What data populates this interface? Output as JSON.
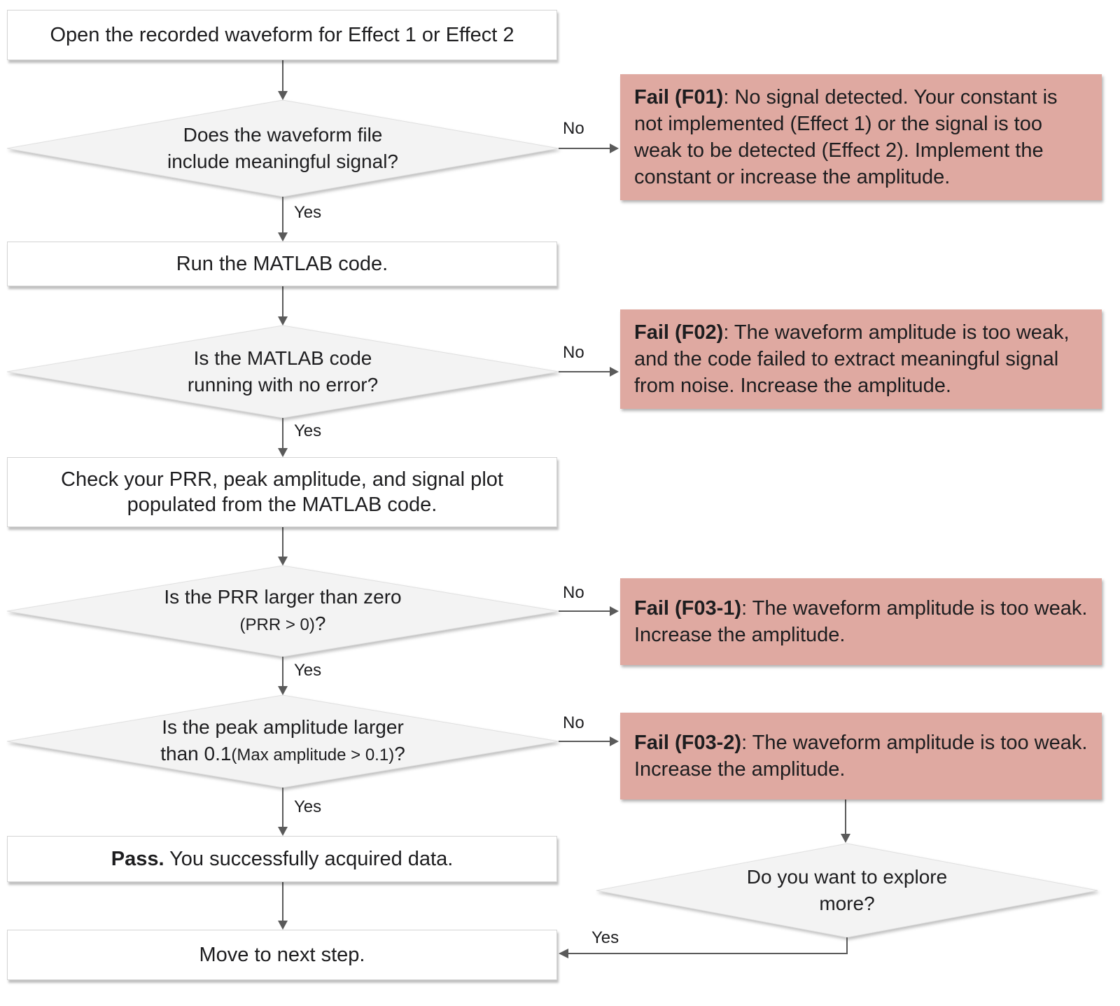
{
  "labels": {
    "yes": "Yes",
    "no": "No"
  },
  "nodes": {
    "start": {
      "text": "Open the recorded waveform for Effect 1 or Effect 2"
    },
    "signal_decision": {
      "line1": "Does the waveform file",
      "line2": "include meaningful signal?"
    },
    "run_matlab": {
      "text": "Run the MATLAB code."
    },
    "error_decision": {
      "line1": "Is the MATLAB code",
      "line2": "running with no error?"
    },
    "check_outputs": {
      "line1": "Check your PRR, peak amplitude, and signal plot",
      "line2": "populated from the MATLAB code."
    },
    "prr_decision": {
      "line1": "Is the PRR  larger than zero",
      "line2_small": "(PRR > 0)",
      "line2_end": "?"
    },
    "amplitude_decision": {
      "line1": "Is the peak amplitude larger",
      "line2_start": "than 0.1",
      "line2_small": "(Max amplitude > 0.1)",
      "line2_end": "?"
    },
    "pass": {
      "bold": "Pass.",
      "rest": " You successfully acquired data."
    },
    "move_next": {
      "text": "Move to next step."
    },
    "explore_decision": {
      "line1": "Do you want to explore",
      "line2": "more?"
    }
  },
  "fail_boxes": [
    {
      "bold": "Fail (F01)",
      "rest": ": No signal detected. Your constant is not implemented (Effect 1) or the signal is too weak to be detected (Effect 2). Implement the constant or increase the amplitude."
    },
    {
      "bold": "Fail (F02)",
      "rest": ": The waveform amplitude is too weak, and the code failed to extract meaningful signal from noise. Increase the amplitude."
    },
    {
      "bold": "Fail (F03-1)",
      "rest": ": The waveform amplitude is too weak. Increase the amplitude."
    },
    {
      "bold": "Fail (F03-2)",
      "rest": ": The waveform amplitude is too weak. Increase the amplitude."
    }
  ],
  "colors": {
    "fail_bg": "#dfa9a1",
    "diamond_fill": "#f3f3f3",
    "box_bg": "#ffffff",
    "box_border": "#d4d4d4",
    "arrow": "#5a5a5a",
    "text": "#1d1d1f"
  }
}
